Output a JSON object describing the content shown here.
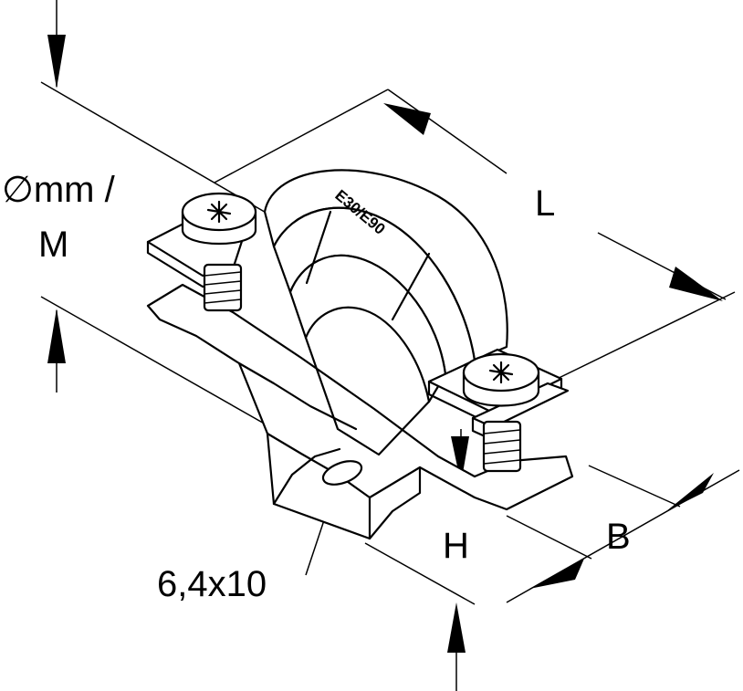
{
  "labels": {
    "diameter": "∅mm /",
    "thread": "M",
    "length": "L",
    "height": "H",
    "width": "B",
    "slot": "6,4x10",
    "stamp": "E30/E90"
  }
}
